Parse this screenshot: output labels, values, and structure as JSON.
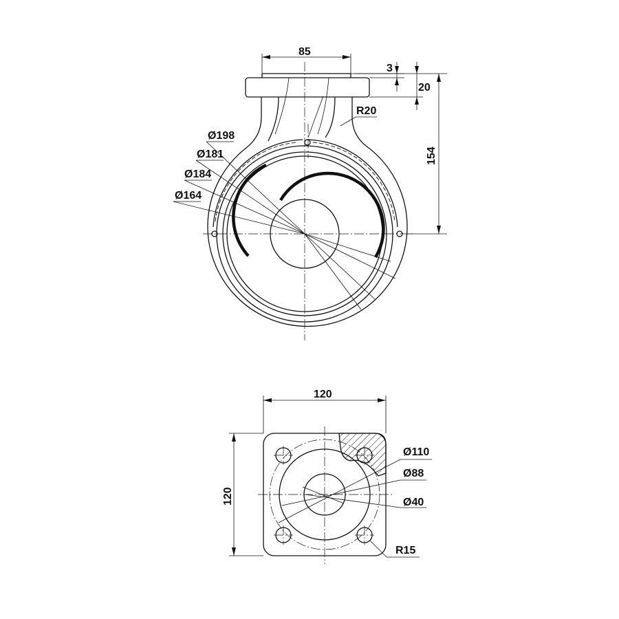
{
  "top_view": {
    "dims": {
      "flange_width": "85",
      "flange_gap": "3",
      "flange_thickness": "20",
      "height_to_center": "154",
      "fillet_radius": "R20",
      "dia_outer": "Ø198",
      "dia_181": "Ø181",
      "dia_184": "Ø184",
      "dia_164": "Ø164"
    }
  },
  "bottom_view": {
    "dims": {
      "width": "120",
      "height": "120",
      "bolt_circle": "Ø110",
      "bore_88": "Ø88",
      "bore_40": "Ø40",
      "corner_radius": "R15"
    }
  }
}
